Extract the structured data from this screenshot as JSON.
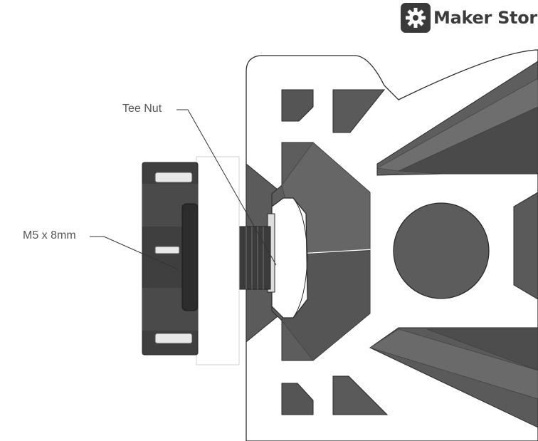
{
  "brand": {
    "name": "Maker Store",
    "icon": "gear-icon"
  },
  "callouts": {
    "tee_nut": "Tee Nut",
    "bolt": "M5 x 8mm"
  },
  "colors": {
    "profile_face": "#ffffff",
    "profile_shadow": "#5e5e5e",
    "profile_dark": "#474747",
    "knob": "#3f3f3f",
    "outline": "#2a2a2a",
    "leader": "#333333",
    "label_text": "#555555"
  }
}
